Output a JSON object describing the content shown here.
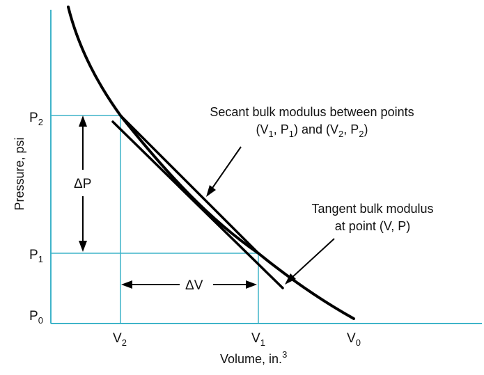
{
  "labels": {
    "y_axis": "Pressure, psi",
    "x_axis_main": "Volume, in.",
    "x_axis_sup": "3",
    "p2": {
      "base": "P",
      "sub": "2"
    },
    "p1": {
      "base": "P",
      "sub": "1"
    },
    "p0": {
      "base": "P",
      "sub": "0"
    },
    "v2": {
      "base": "V",
      "sub": "2"
    },
    "v1": {
      "base": "V",
      "sub": "1"
    },
    "v0": {
      "base": "V",
      "sub": "0"
    },
    "delta_p": "ΔP",
    "delta_v": "ΔV"
  },
  "annotations": {
    "secant_line1": "Secant bulk modulus between points",
    "secant_line2": {
      "open1": "(V",
      "sub1": "1",
      "mid1": ", P",
      "sub2": "1",
      "mid2": ") and (V",
      "sub3": "2",
      "mid3": ", P",
      "sub4": "2",
      "close": ")"
    },
    "tangent_line1": "Tangent bulk modulus",
    "tangent_line2": "at point (V, P)"
  },
  "colors": {
    "axis": "#3fb4c9",
    "curve": "#000000"
  }
}
